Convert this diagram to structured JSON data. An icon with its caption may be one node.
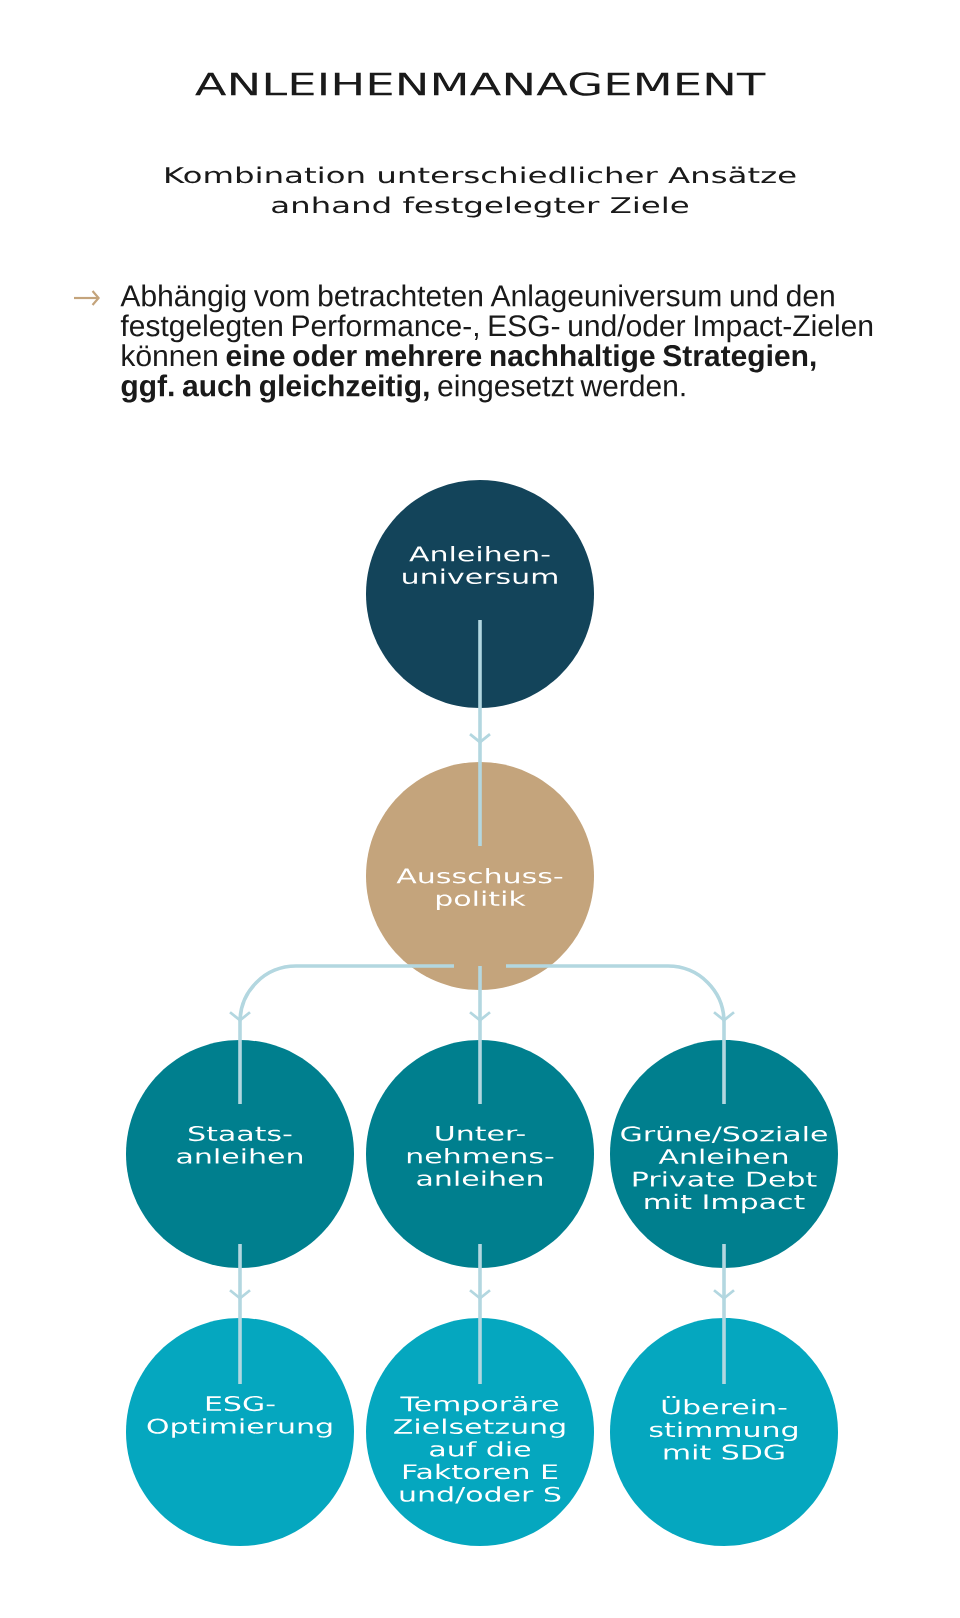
{
  "diagram": {
    "title": "ANLEIHENMANAGEMENT",
    "nodes": [
      {
        "text": [
          "Anleihen- universum"
        ]
      },
      {
        "text": [
          "Ausschuss- politik"
        ]
      },
      {
        "text": [
          "Staats- anleihen"
        ]
      },
      {
        "text": [
          "Unter- nehmens- anleihen"
        ]
      },
      {
        "text": [
          "Grüne/Soziale Anleihen Private Debt mit Impact"
        ]
      },
      {
        "text": [
          "ESG- Optimierung"
        ]
      },
      {
        "text": [
          "Temporäre Zielsetzung auf die Faktoren E und/oder S"
        ]
      },
      {
        "text": [
          "Überein- stimmung mit SDG"
        ]
      }
    ],
    "edges": [
      {
        "from": 0,
        "to": 1,
        "arrow": "to"
      },
      {
        "from": 1,
        "to": 2,
        "arrow": "to"
      },
      {
        "from": 1,
        "to": 3,
        "arrow": "to"
      },
      {
        "from": 1,
        "to": 4,
        "arrow": "to"
      },
      {
        "from": 2,
        "to": 5,
        "arrow": "to"
      },
      {
        "from": 3,
        "to": 6,
        "arrow": "to"
      },
      {
        "from": 4,
        "to": 7,
        "arrow": "to"
      }
    ],
    "labels": [
      "Kombination unterschiedlicher Ansätze anhand festgelegter Ziele",
      "Abhängig vom betrachteten Anlageuniversum und den festgelegten Performance-, ESG- und/oder Impact-Zielen können **eine oder mehrere nachhaltige Strategien, ggf. auch gleichzeitig,** eingesetzt werden."
    ]
  }
}
